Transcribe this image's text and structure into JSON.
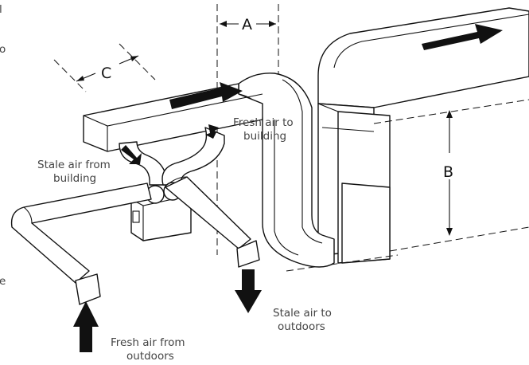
{
  "labels": {
    "fresh_to_building": [
      "Fresh air to",
      "building"
    ],
    "stale_from_building": [
      "Stale air from",
      "building"
    ],
    "stale_to_outdoors": [
      "Stale air to",
      "outdoors"
    ],
    "fresh_from_outdoors": [
      "Fresh air from",
      "outdoors"
    ]
  },
  "dimensions": {
    "a": "A",
    "b": "B",
    "c": "C"
  },
  "edge_fragments": {
    "top": "l",
    "upper": "o",
    "lower": "e"
  }
}
